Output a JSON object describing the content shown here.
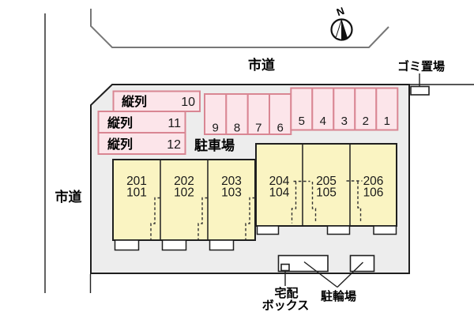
{
  "labels": {
    "north": "N",
    "road_top": "市道",
    "road_left": "市道",
    "garbage_area": "ゴミ置場",
    "parking_lot": "駐車場",
    "delivery_box_line1": "宅配",
    "delivery_box_line2": "ボックス",
    "bicycle_parking": "駐輪場"
  },
  "tandem_rows": [
    {
      "label": "縦列",
      "number": "10"
    },
    {
      "label": "縦列",
      "number": "11"
    },
    {
      "label": "縦列",
      "number": "12"
    }
  ],
  "stalls_back": [
    "9",
    "8",
    "7",
    "6"
  ],
  "stalls_front": [
    "5",
    "4",
    "3",
    "2",
    "1"
  ],
  "units_left": [
    {
      "upper": "201",
      "lower": "101"
    },
    {
      "upper": "202",
      "lower": "102"
    },
    {
      "upper": "203",
      "lower": "103"
    }
  ],
  "units_right": [
    {
      "upper": "204",
      "lower": "104"
    },
    {
      "upper": "205",
      "lower": "105"
    },
    {
      "upper": "206",
      "lower": "106"
    }
  ],
  "colors": {
    "site_fill": "#ededed",
    "stall_fill": "#fce5ea",
    "stall_border": "#d98693",
    "building_fill": "#faf4c2",
    "line_dark": "#1f1f1f",
    "road_color": "#777777"
  }
}
